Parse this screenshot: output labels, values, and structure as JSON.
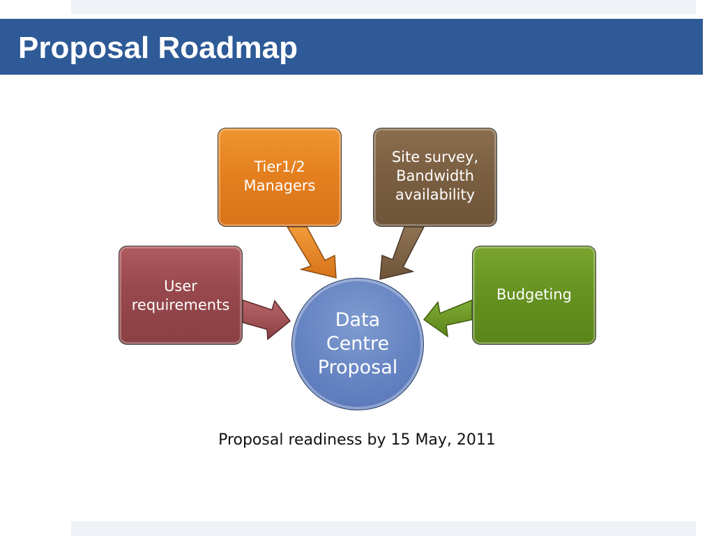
{
  "slide": {
    "title": "Proposal Roadmap",
    "caption": "Proposal readiness by 15 May, 2011"
  },
  "diagram": {
    "center": {
      "lines": [
        "Data",
        "Centre",
        "Proposal"
      ],
      "color": "#6583c1"
    },
    "nodes": [
      {
        "id": "user",
        "lines": [
          "User",
          "requirements"
        ],
        "color": "#97484c"
      },
      {
        "id": "tier",
        "lines": [
          "Tier1/2",
          "Managers"
        ],
        "color": "#e5801f"
      },
      {
        "id": "site",
        "lines": [
          "Site survey,",
          "Bandwidth",
          "availability"
        ],
        "color": "#7b5f42"
      },
      {
        "id": "budget",
        "lines": [
          "Budgeting"
        ],
        "color": "#679322"
      }
    ]
  },
  "colors": {
    "title_bar": "#2e5a97",
    "band": "#eef1f5"
  }
}
